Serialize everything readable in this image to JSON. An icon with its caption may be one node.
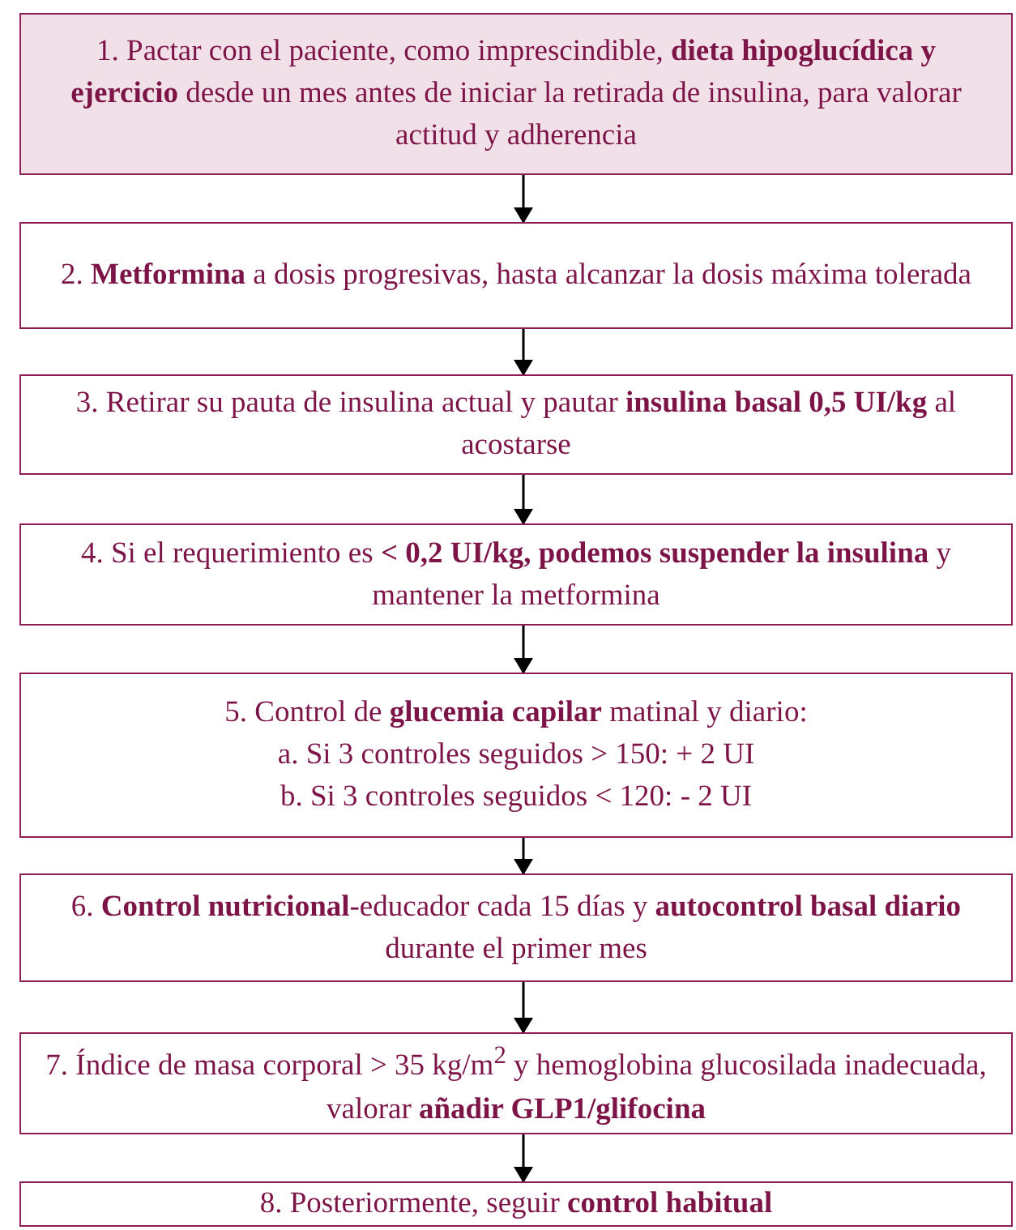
{
  "diagram": {
    "nodes": [
      {
        "text": [
          "1. Pactar con el paciente, como imprescindible, **dieta hipoglucídica y ejercicio** desde un mes antes de iniciar la retirada de insulina, para valorar actitud y adherencia"
        ]
      },
      {
        "text": [
          "2. **Metformina** a dosis progresivas, hasta alcanzar la dosis máxima tolerada"
        ]
      },
      {
        "text": [
          "3. Retirar su pauta de insulina actual y pautar **insulina basal 0,5 UI/kg** al acostarse"
        ]
      },
      {
        "text": [
          "4. Si el requerimiento es **< 0,2 UI/kg, podemos suspender la insulina** y mantener la metformina"
        ]
      },
      {
        "text": [
          "5. Control de **glucemia capilar** matinal y diario:",
          "a. Si 3 controles seguidos > 150: + 2 UI",
          "b. Si 3 controles seguidos < 120: - 2 UI"
        ]
      },
      {
        "text": [
          "6. **Control nutricional**-educador cada 15 días y **autocontrol basal diario** durante el primer mes"
        ]
      },
      {
        "text": [
          "7. Índice de masa corporal > 35 kg/m$^{2}$ y hemoglobina glucosilada inadecuada, valorar **añadir GLP1/glifocina**"
        ]
      },
      {
        "text": [
          "8. Posteriormente, seguir **control habitual**"
        ]
      }
    ],
    "edges": [
      {
        "from": 0,
        "to": 1,
        "arrow": "to"
      },
      {
        "from": 1,
        "to": 2,
        "arrow": "to"
      },
      {
        "from": 2,
        "to": 3,
        "arrow": "to"
      },
      {
        "from": 3,
        "to": 4,
        "arrow": "to"
      },
      {
        "from": 4,
        "to": 5,
        "arrow": "to"
      },
      {
        "from": 5,
        "to": 6,
        "arrow": "to"
      },
      {
        "from": 6,
        "to": 7,
        "arrow": "to"
      }
    ]
  }
}
